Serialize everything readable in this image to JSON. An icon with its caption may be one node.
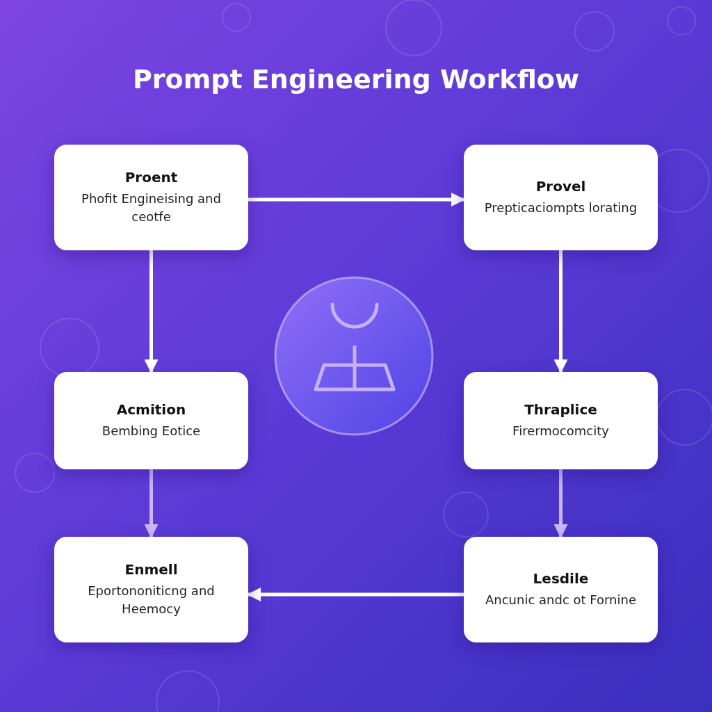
{
  "diagram": {
    "title": "Prompt Engineering Workflow",
    "nodes": [
      {
        "text": [
          "Proent",
          "Phofit Engineising and ceotfe"
        ]
      },
      {
        "text": [
          "Provel",
          "Prepticaciompts lorating"
        ]
      },
      {
        "text": [
          "Acmition",
          "Bembing Eotice"
        ]
      },
      {
        "text": [
          "Thraplice",
          "Firermocomcity"
        ]
      },
      {
        "text": [
          "Enmell",
          "Eportononiticng and Heemocy"
        ]
      },
      {
        "text": [
          "Lesdile",
          "Ancunic andc ot Fornine"
        ]
      }
    ],
    "edges": [
      {
        "from": 0,
        "to": 1,
        "arrow": "to"
      },
      {
        "from": 0,
        "to": 2,
        "arrow": "to"
      },
      {
        "from": 1,
        "to": 3,
        "arrow": "to"
      },
      {
        "from": 2,
        "to": 4,
        "arrow": "to",
        "color": "#c9b8f7"
      },
      {
        "from": 3,
        "to": 5,
        "arrow": "to",
        "color": "#c9b8f7"
      },
      {
        "from": 5,
        "to": 4,
        "arrow": "to"
      }
    ]
  }
}
